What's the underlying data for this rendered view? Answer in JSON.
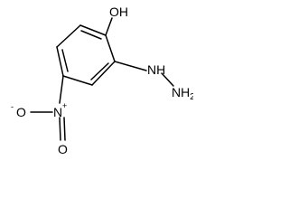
{
  "molecule": {
    "hydroxyl": {
      "O": "O",
      "H": "H"
    },
    "hydrazine": {
      "NH": "NH",
      "N": "N",
      "H": "H",
      "sub2": "2"
    },
    "nitro": {
      "N": "N",
      "plus": "+",
      "O_top": "O",
      "O_left": "O",
      "minus": "-"
    }
  },
  "colors": {
    "bond": "#000000",
    "text": "#000000",
    "background": "#ffffff"
  }
}
